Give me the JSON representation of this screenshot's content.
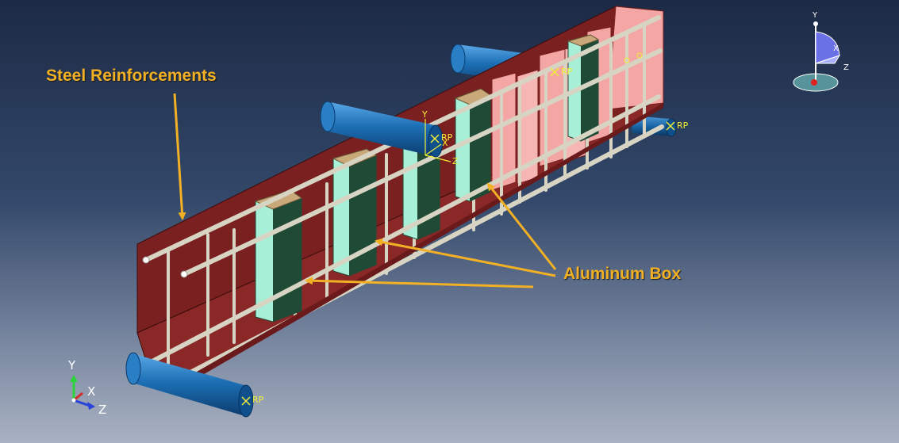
{
  "labels": {
    "steel": "Steel Reinforcements",
    "aluminum": "Aluminum Box"
  },
  "reference_point_label": "RP",
  "triad_local": {
    "x": "X",
    "y": "Y",
    "z": "Z"
  },
  "triad_view": {
    "x": "X",
    "y": "Y",
    "z": "Z"
  },
  "triad_corner": {
    "x": "X",
    "y": "Y",
    "z": "Z"
  },
  "icons": {
    "view_cube": "view-orientation-icon",
    "triad": "axis-triad-icon"
  },
  "colors": {
    "concrete_dark": "#7a2020",
    "concrete_light": "#f3a6a4",
    "rebar": "#d8d4c4",
    "aluminum": "#a8efd8",
    "aluminum_dark": "#1f4a36",
    "support": "#1c6fb5",
    "callout": "#f2b025",
    "rp": "#f2ee38"
  }
}
